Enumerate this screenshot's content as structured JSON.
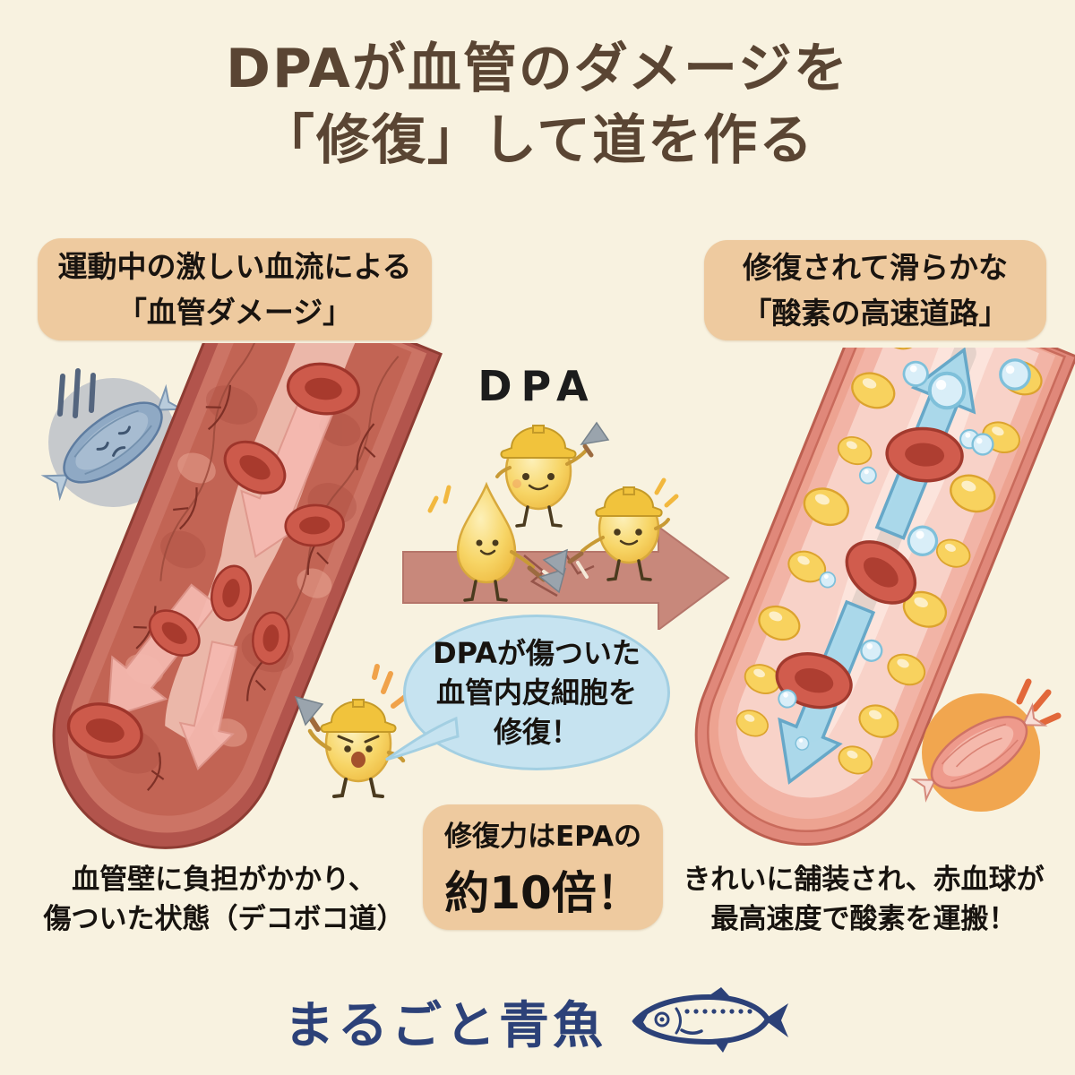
{
  "title": {
    "line1": "DPAが血管のダメージを",
    "line2": "「修復」して道を作る"
  },
  "left_panel": {
    "label_line1": "運動中の激しい血流による",
    "label_line2": "「血管ダメージ」",
    "caption_line1": "血管壁に負担がかかり、",
    "caption_line2": "傷ついた状態（デコボコ道）"
  },
  "right_panel": {
    "label_line1": "修復されて滑らかな",
    "label_line2": "「酸素の高速道路」",
    "caption_line1": "きれいに舗装され、赤血球が",
    "caption_line2": "最高速度で酸素を運搬！"
  },
  "center": {
    "dpa_label": "DPA",
    "bubble_line1": "DPAが傷ついた",
    "bubble_line2": "血管内皮細胞を",
    "bubble_line3": "修復！",
    "epa_line1": "修復力はEPAの",
    "epa_line2": "約10倍！"
  },
  "footer": {
    "brand": "まるごと青魚"
  },
  "colors": {
    "background": "#f8f2e0",
    "title_brown": "#5a4533",
    "label_box_tan": "#eeca9f",
    "speech_bubble_blue": "#c6e3f0",
    "transition_arrow_rose": "#c8887b",
    "damaged_vessel_red": "#b2544c",
    "healed_vessel_pink": "#e0887a",
    "dpa_droplet_yellow": "#f7d566",
    "helmet_yellow": "#f1c33c",
    "oxygen_arrow_blue": "#a9d9ec",
    "logo_navy": "#2c4178"
  }
}
